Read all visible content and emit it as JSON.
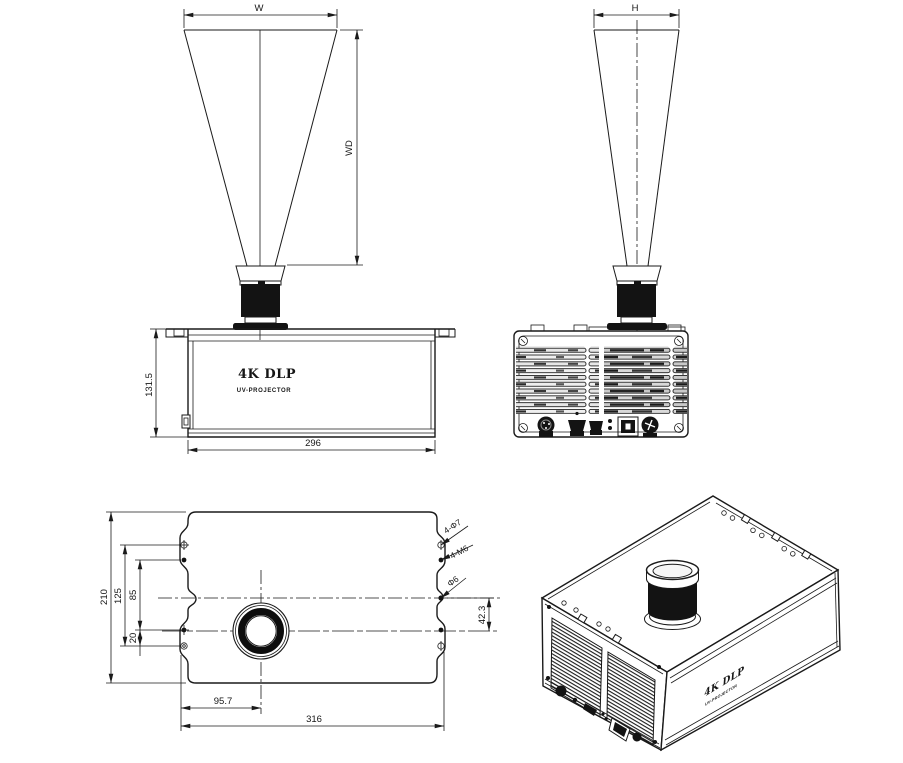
{
  "drawing": {
    "logo": {
      "brand": "4K DLP",
      "product": "UV-PROJECTOR"
    },
    "front_view": {
      "screen_width_label": "W",
      "working_distance_label": "WD",
      "body_height": "131.5",
      "body_width": "296"
    },
    "rear_view": {
      "screen_height_label": "H"
    },
    "top_view": {
      "overall_depth": "210",
      "mount_hole_span": "125",
      "mount_hole_pitch": "85",
      "mount_hole_offset": "20",
      "lens_offset_x": "95.7",
      "overall_width": "316",
      "lens_offset_y": "42.3",
      "clearance_holes": "4-Φ7",
      "tapped_holes": "4-M6",
      "pin_hole": "Φ6"
    },
    "colors": {
      "line": "#1a1a1a",
      "background": "#ffffff",
      "fill_dark": "#131313"
    }
  }
}
